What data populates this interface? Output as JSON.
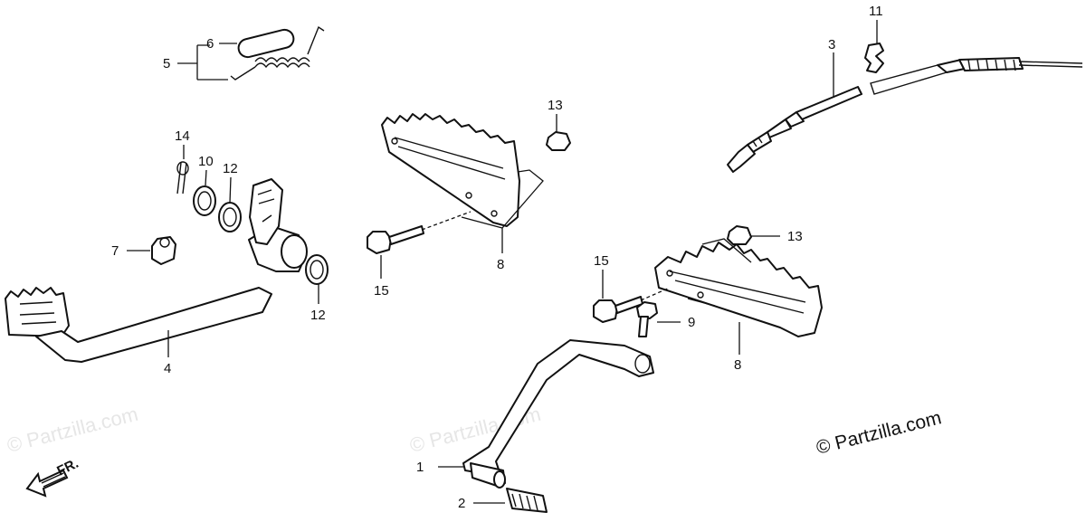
{
  "labels": {
    "p1": "1",
    "p2": "2",
    "p3": "3",
    "p4": "4",
    "p5": "5",
    "p6": "6",
    "p7": "7",
    "p8a": "8",
    "p8b": "8",
    "p9": "9",
    "p10": "10",
    "p11": "11",
    "p12a": "12",
    "p12b": "12",
    "p13a": "13",
    "p13b": "13",
    "p14": "14",
    "p15a": "15",
    "p15b": "15"
  },
  "watermarks": [
    "© Partzilla.com",
    "© Partzilla.com"
  ],
  "copyright": "© Partzilla.com",
  "direction": "FR."
}
